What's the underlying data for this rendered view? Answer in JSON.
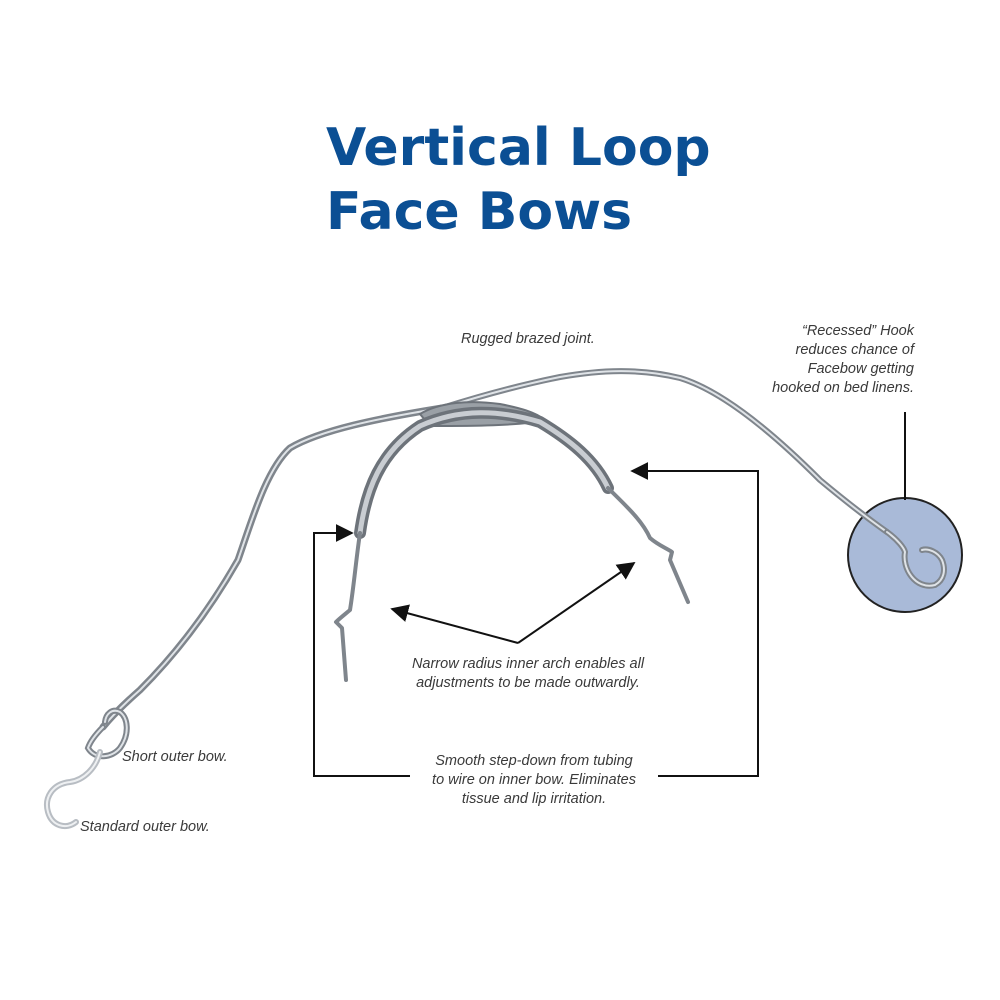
{
  "title": {
    "line1": "Vertical Loop",
    "line2": "Face Bows"
  },
  "callouts": {
    "brazed_joint": "Rugged brazed joint.",
    "recessed_hook": [
      "“Recessed” Hook",
      "reduces chance of",
      "Facebow getting",
      "hooked on bed linens."
    ],
    "inner_arch": [
      "Narrow radius inner arch enables all",
      "adjustments to be made outwardly."
    ],
    "step_down": [
      "Smooth step-down from tubing",
      "to wire on inner bow. Eliminates",
      "tissue and lip irritation."
    ],
    "short_outer_bow": "Short outer bow.",
    "standard_outer_bow": "Standard outer bow."
  },
  "colors": {
    "title": "#0b4f94",
    "wire": "#7f858c",
    "wire_highlight": "#dfe3e7",
    "hook_circle": "#a9bad8",
    "leader_line": "#111111"
  }
}
